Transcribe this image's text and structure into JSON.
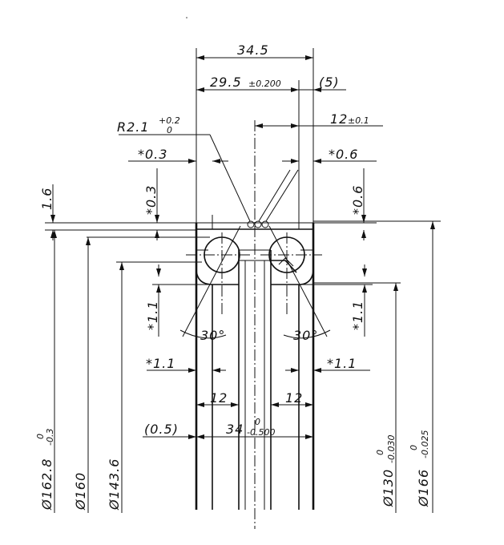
{
  "labels": {
    "dim_34_5": "34.5",
    "dim_29_5": "29.5",
    "tol_29_5": "±0.200",
    "dim_5": "(5)",
    "dim_12_top": "12",
    "tol_12_top": "±0.1",
    "radius_main": "R2.1",
    "radius_tol_upper": "+0.2",
    "radius_tol_lower": "0",
    "chamfer_0_3_h": "*0.3",
    "chamfer_0_6_h": "*0.6",
    "chamfer_0_3_v": "*0.3",
    "chamfer_0_6_v": "*0.6",
    "height_1_6": "1.6",
    "chamfer_1_1_left_v": "*1.1",
    "chamfer_1_1_right_v": "*1.1",
    "angle_left": "30°",
    "angle_right": "30°",
    "chamfer_1_1_left_h": "*1.1",
    "chamfer_1_1_right_h": "*1.1",
    "dim_12_left": "12",
    "dim_12_right": "12",
    "dim_0_5": "(0.5)",
    "dim_34": "34",
    "tol_34_upper": "0",
    "tol_34_lower": "-0.500",
    "dia_162_8": "Ø162.8",
    "tol_162_8_upper": "0",
    "tol_162_8_lower": "-0.3",
    "dia_160": "Ø160",
    "dia_143_6": "Ø143.6",
    "dia_130": "Ø130",
    "tol_130_upper": "0",
    "tol_130_lower": "-0.030",
    "dia_166": "Ø166",
    "tol_166_upper": "0",
    "tol_166_lower": "-0.025"
  }
}
